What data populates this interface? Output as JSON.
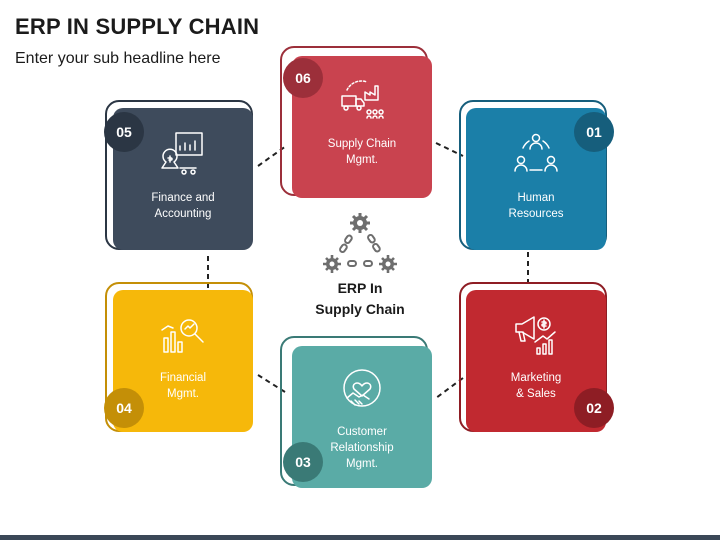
{
  "header": {
    "title": "ERP IN SUPPLY CHAIN",
    "subtitle": "Enter your sub headline here"
  },
  "center": {
    "line1": "ERP In",
    "line2": "Supply Chain",
    "icon": "gears-chain-icon"
  },
  "colors": {
    "supply": "#c9434f",
    "supply_dark": "#9c2f3a",
    "human": "#1b7fa8",
    "human_dark": "#165e7c",
    "marketing": "#c12930",
    "marketing_dark": "#8e1d24",
    "crm": "#5aaba6",
    "crm_dark": "#3a7a76",
    "financial": "#f6b80a",
    "financial_dark": "#c48f07",
    "finance": "#3e4b5c",
    "finance_dark": "#2b3644"
  },
  "items": [
    {
      "number": "06",
      "line1": "Supply Chain",
      "line2": "Mgmt.",
      "line3": "",
      "icon": "supply-truck-icon"
    },
    {
      "number": "01",
      "line1": "Human",
      "line2": "Resources",
      "line3": "",
      "icon": "team-cycle-icon"
    },
    {
      "number": "02",
      "line1": "Marketing",
      "line2": "& Sales",
      "line3": "",
      "icon": "megaphone-icon"
    },
    {
      "number": "03",
      "line1": "Customer",
      "line2": "Relationship",
      "line3": "Mgmt.",
      "icon": "handshake-heart-icon"
    },
    {
      "number": "04",
      "line1": "Financial",
      "line2": "Mgmt.",
      "line3": "",
      "icon": "magnifier-chart-icon"
    },
    {
      "number": "05",
      "line1": "Finance and",
      "line2": "Accounting",
      "line3": "",
      "icon": "money-report-icon"
    }
  ]
}
